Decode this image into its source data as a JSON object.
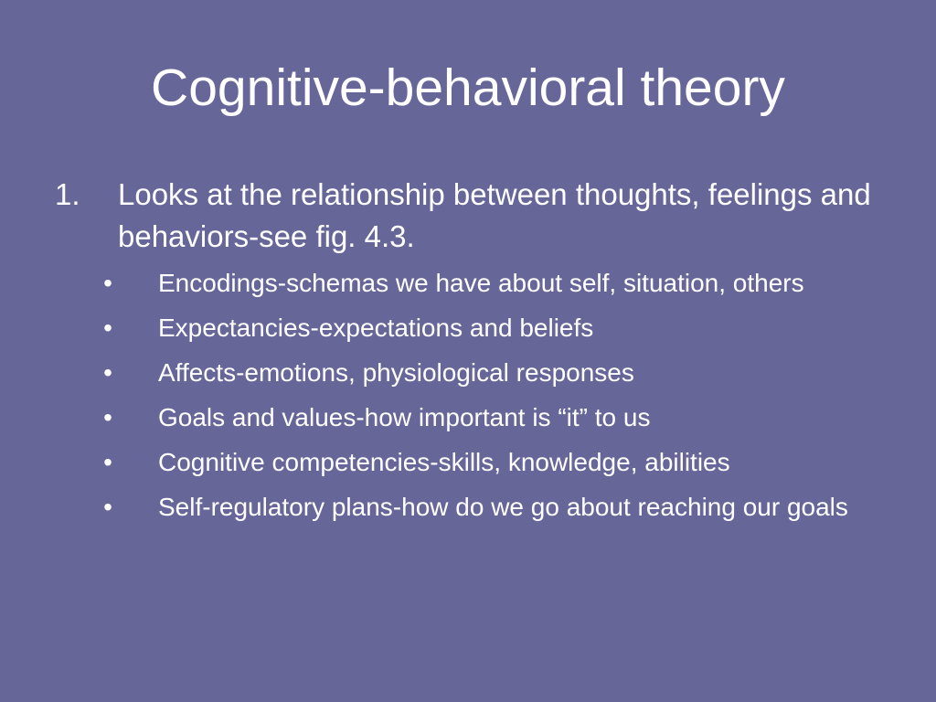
{
  "slide": {
    "title": "Cognitive-behavioral theory",
    "background_color": "#666699",
    "text_color": "#ffffff",
    "main_item": {
      "number": "1.",
      "text": "Looks at the relationship between thoughts, feelings and behaviors-see fig. 4.3."
    },
    "bullet_glyph": "•",
    "bullets": [
      "Encodings-schemas we have about self, situation, others",
      "Expectancies-expectations and beliefs",
      "Affects-emotions, physiological responses",
      "Goals and values-how important is “it” to us",
      "Cognitive competencies-skills, knowledge, abilities",
      "Self-regulatory plans-how do we go about reaching our goals"
    ]
  }
}
